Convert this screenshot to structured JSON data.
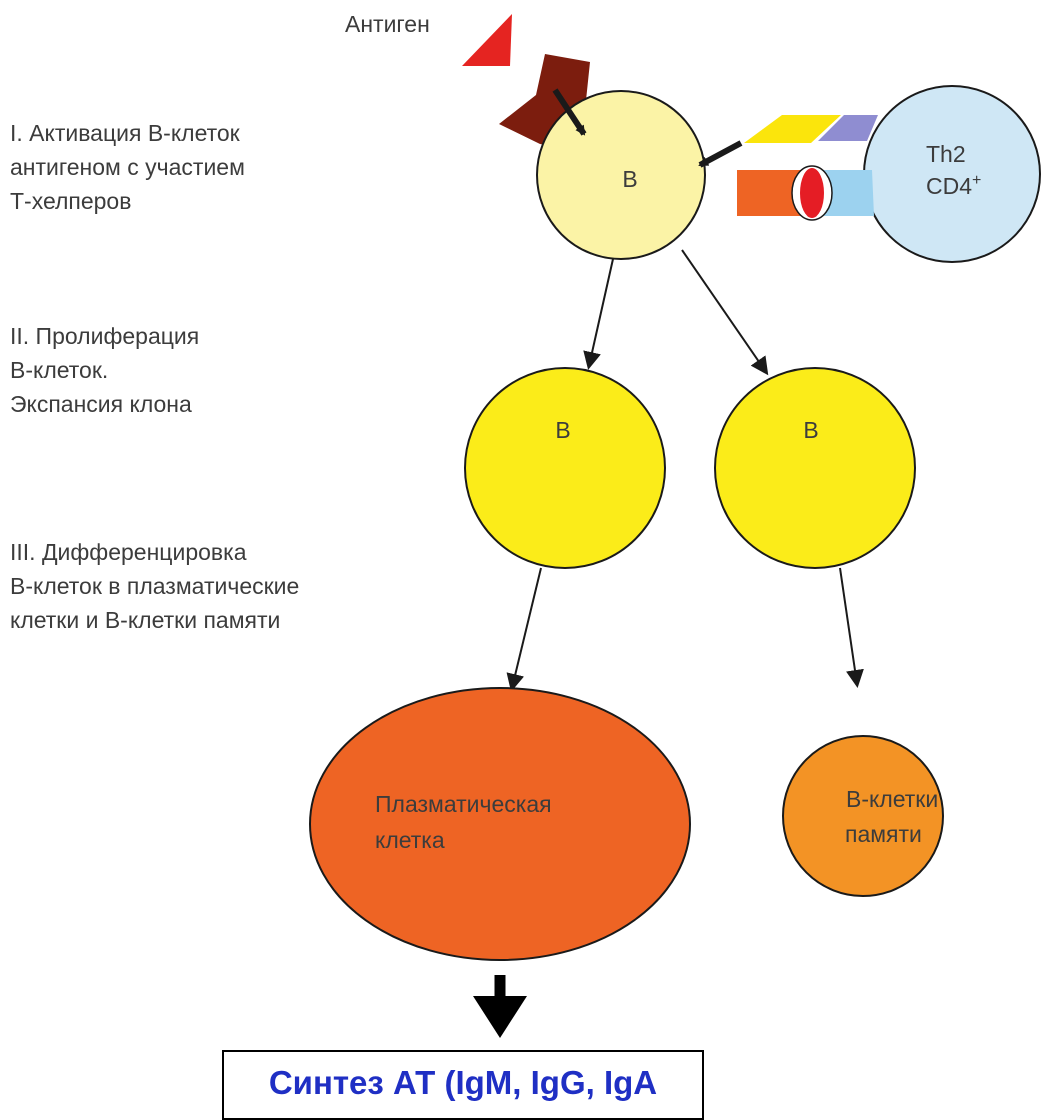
{
  "antigen_label": "Антиген",
  "stages": [
    {
      "lines": [
        "I. Активация B-клеток",
        "антигеном с участием",
        "Т-хелперов"
      ]
    },
    {
      "lines": [
        "II. Пролиферация",
        "B-клеток.",
        "Экспансия клона"
      ]
    },
    {
      "lines": [
        "III. Дифференцировка",
        "B-клеток в плазматические",
        "клетки и B-клетки памяти"
      ]
    }
  ],
  "cells": {
    "b_activated": {
      "label": "B",
      "color": "#fbf3a6"
    },
    "th2": {
      "line1": "Th2",
      "line2": "CD4",
      "line2_sup": "+",
      "color": "#cfe7f5"
    },
    "b_left": {
      "label": "B",
      "color": "#fbec19"
    },
    "b_right": {
      "label": "B",
      "color": "#fbec19"
    },
    "plasma": {
      "line1": "Плазматическая",
      "line2": "клетка",
      "color": "#ee6424"
    },
    "memory": {
      "line1": "B-клетки",
      "line2": "памяти",
      "color": "#f39325"
    }
  },
  "result_text": "Синтез АТ (IgM, IgG, IgA"
}
